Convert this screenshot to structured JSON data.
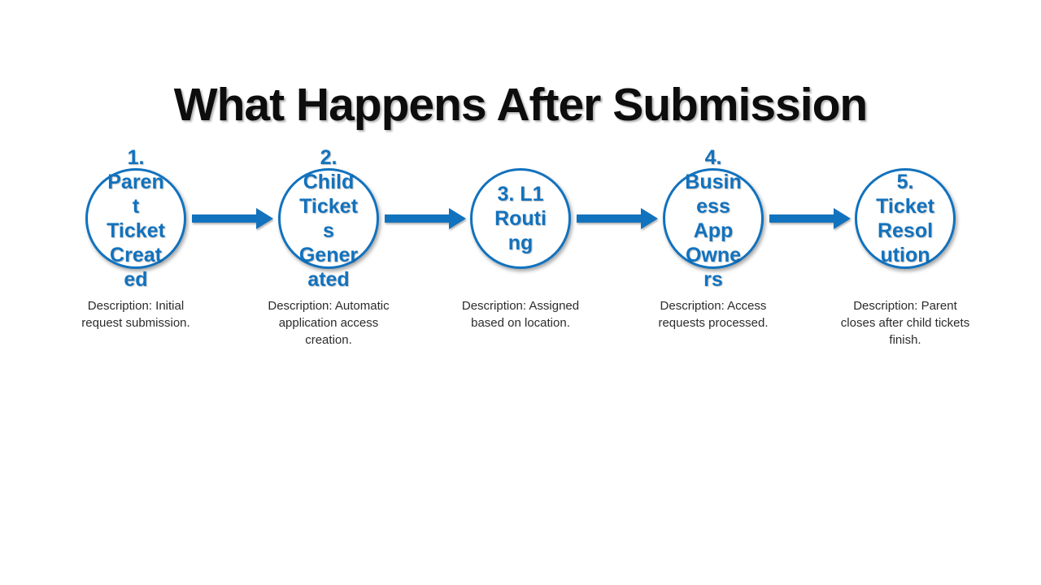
{
  "slide": {
    "title": "What Happens After Submission",
    "background_color": "#ffffff",
    "title_color": "#0d0d0d",
    "accent_blue": "#1172be",
    "description_text_color": "#2b2b2b"
  },
  "flow": {
    "type": "horizontal-process-flow",
    "arrow_color": "#1172be",
    "steps": [
      {
        "title": "1. Parent Ticket Created",
        "label_lines": "1.\nParen\nt\nTicket\nCreat\ned",
        "description_lines": "Description: Initial\nrequest submission."
      },
      {
        "title": "2. Child Tickets Generated",
        "label_lines": "2.\nChild\nTicket\ns\nGener\nated",
        "description_lines": "Description: Automatic\napplication access\ncreation."
      },
      {
        "title": "3. L1 Routing",
        "label_lines": "3. L1\nRouti\nng",
        "description_lines": "Description: Assigned\nbased on location."
      },
      {
        "title": "4. Business App Owners",
        "label_lines": "4.\nBusin\ness\nApp\nOwne\nrs",
        "description_lines": "Description: Access\nrequests processed."
      },
      {
        "title": "5. Ticket Resolution",
        "label_lines": "5.\nTicket\nResol\nution",
        "description_lines": "Description: Parent\ncloses after child tickets\nfinish."
      }
    ]
  }
}
